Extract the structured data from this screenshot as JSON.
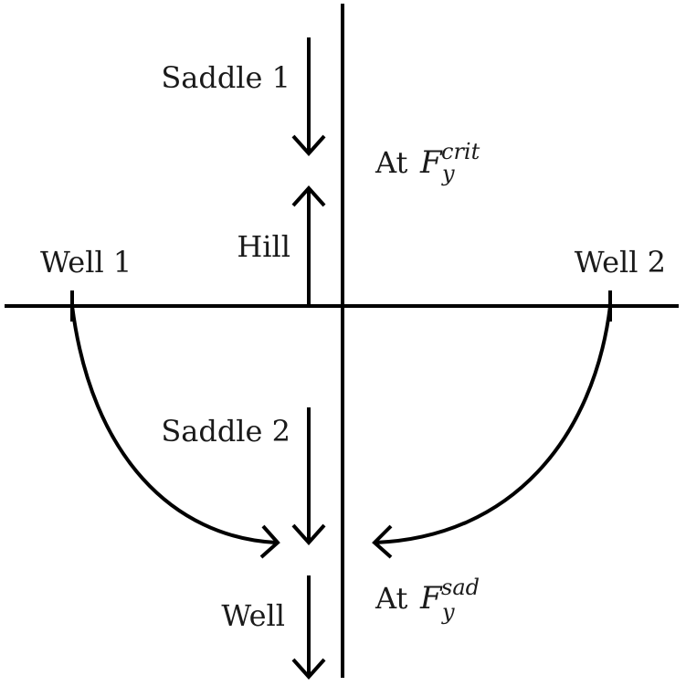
{
  "labels": {
    "saddle_1": "Saddle 1",
    "saddle_2": "Saddle 2",
    "hill": "Hill",
    "well_1": "Well 1",
    "well_2": "Well 2",
    "well": "Well"
  },
  "conditions": {
    "crit": {
      "prefix": "At",
      "symbol": "F",
      "subscript": "y",
      "superscript": "crit"
    },
    "sad": {
      "prefix": "At",
      "symbol": "F",
      "subscript": "y",
      "superscript": "sad"
    }
  },
  "colors": {
    "ink": "#000000",
    "text": "#1a1a1a",
    "background": "#ffffff"
  }
}
